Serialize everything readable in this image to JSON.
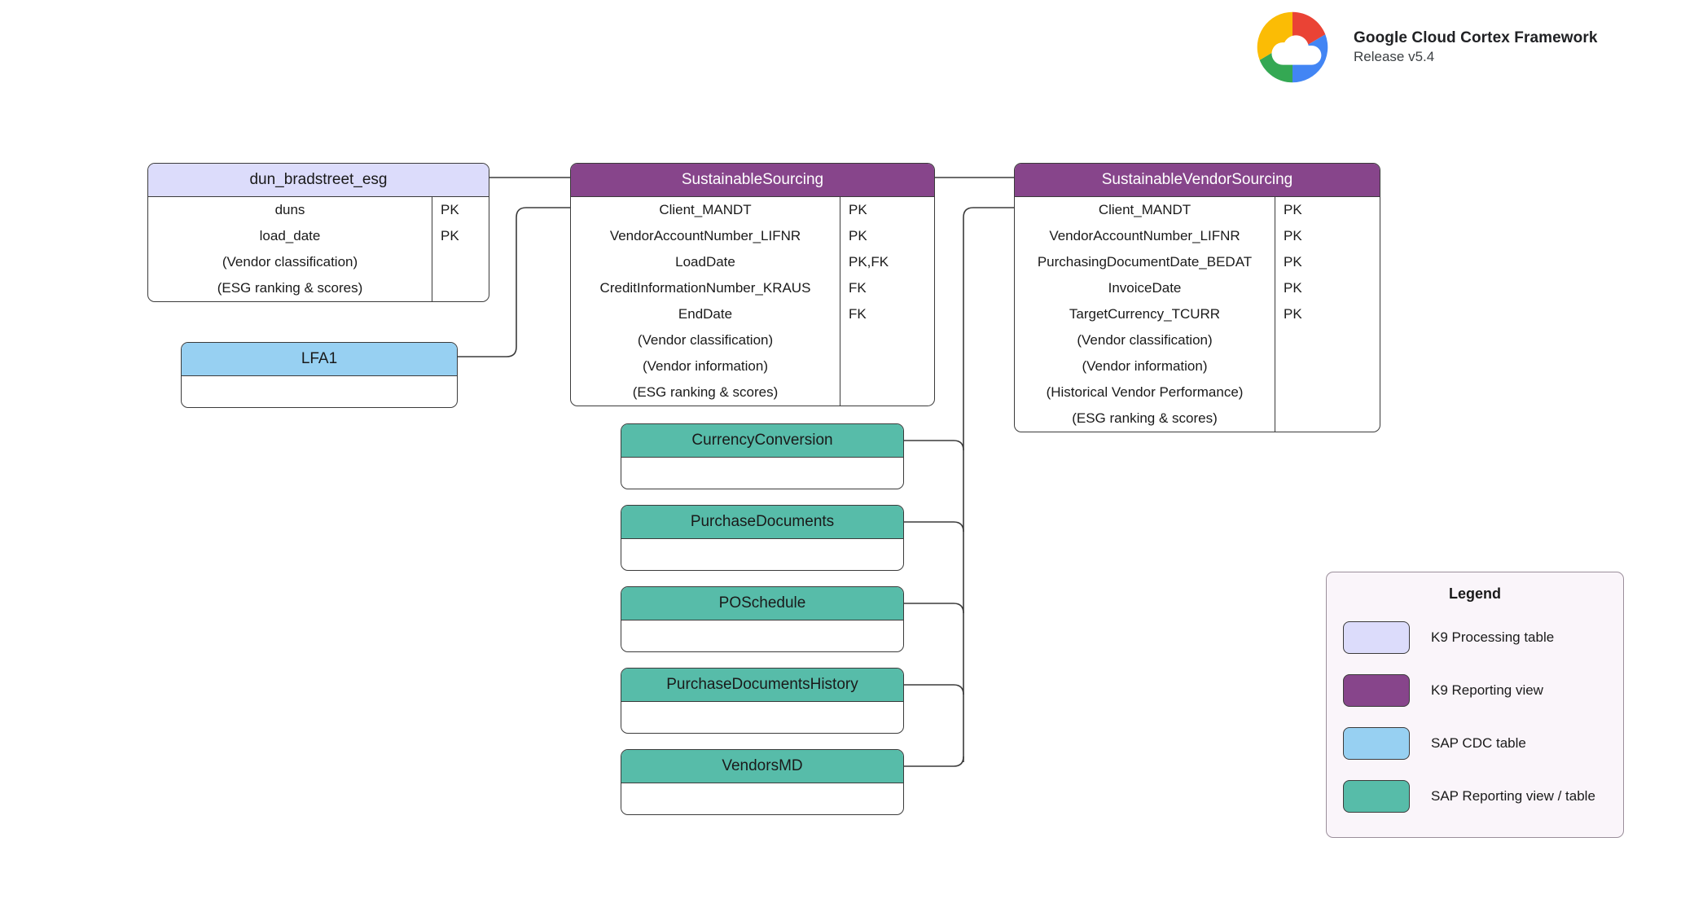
{
  "brand": {
    "logo_icon": "google-cloud-logo",
    "title": "Google Cloud Cortex Framework",
    "release": "Release v5.4"
  },
  "entities": {
    "dun_bradstreet_esg": {
      "name": "dun_bradstreet_esg",
      "type": "K9 Processing table",
      "rows": [
        {
          "field": "duns",
          "key": "PK"
        },
        {
          "field": "load_date",
          "key": "PK"
        },
        {
          "field": "(Vendor classification)",
          "key": ""
        },
        {
          "field": "(ESG ranking & scores)",
          "key": ""
        }
      ]
    },
    "sustainable_sourcing": {
      "name": "SustainableSourcing",
      "type": "K9 Reporting view",
      "rows": [
        {
          "field": "Client_MANDT",
          "key": "PK"
        },
        {
          "field": "VendorAccountNumber_LIFNR",
          "key": "PK"
        },
        {
          "field": "LoadDate",
          "key": "PK,FK"
        },
        {
          "field": "CreditInformationNumber_KRAUS",
          "key": "FK"
        },
        {
          "field": "EndDate",
          "key": "FK"
        },
        {
          "field": "(Vendor classification)",
          "key": ""
        },
        {
          "field": "(Vendor information)",
          "key": ""
        },
        {
          "field": "(ESG ranking & scores)",
          "key": ""
        }
      ]
    },
    "sustainable_vendor_sourcing": {
      "name": "SustainableVendorSourcing",
      "type": "K9 Reporting view",
      "rows": [
        {
          "field": "Client_MANDT",
          "key": "PK"
        },
        {
          "field": "VendorAccountNumber_LIFNR",
          "key": "PK"
        },
        {
          "field": "PurchasingDocumentDate_BEDAT",
          "key": "PK"
        },
        {
          "field": "InvoiceDate",
          "key": "PK"
        },
        {
          "field": "TargetCurrency_TCURR",
          "key": "PK"
        },
        {
          "field": "(Vendor classification)",
          "key": ""
        },
        {
          "field": "(Vendor information)",
          "key": ""
        },
        {
          "field": "(Historical Vendor Performance)",
          "key": ""
        },
        {
          "field": "(ESG ranking & scores)",
          "key": ""
        }
      ]
    },
    "lfa1": {
      "name": "LFA1",
      "type": "SAP CDC table",
      "rows": []
    },
    "currency_conversion": {
      "name": "CurrencyConversion",
      "type": "SAP Reporting view / table",
      "rows": []
    },
    "purchase_documents": {
      "name": "PurchaseDocuments",
      "type": "SAP Reporting view / table",
      "rows": []
    },
    "po_schedule": {
      "name": "POSchedule",
      "type": "SAP Reporting view / table",
      "rows": []
    },
    "purchase_documents_history": {
      "name": "PurchaseDocumentsHistory",
      "type": "SAP Reporting view / table",
      "rows": []
    },
    "vendors_md": {
      "name": "VendorsMD",
      "type": "SAP Reporting view / table",
      "rows": []
    }
  },
  "legend": {
    "title": "Legend",
    "items": [
      {
        "label": "K9 Processing table",
        "color": "#dcdcfb"
      },
      {
        "label": "K9 Reporting view",
        "color": "#87458b"
      },
      {
        "label": "SAP CDC table",
        "color": "#97d0f2"
      },
      {
        "label": "SAP Reporting view / table",
        "color": "#57bca9"
      }
    ]
  }
}
